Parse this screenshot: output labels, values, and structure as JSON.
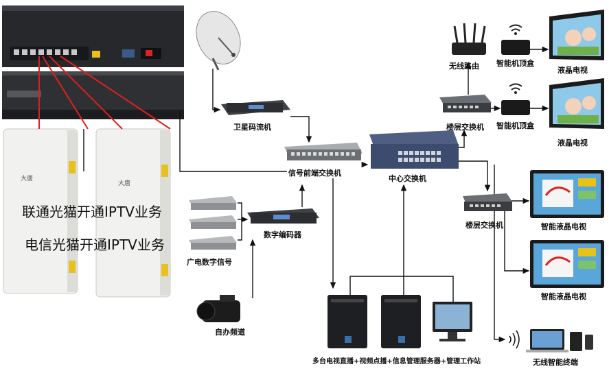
{
  "labels": {
    "satellite_streamer": "卫星码流机",
    "signal_frontend_switch": "信号前端交换机",
    "central_switch": "中心交换机",
    "floor_switch_top": "楼层交换机",
    "floor_switch_mid": "楼层交换机",
    "wireless_router": "无线路由",
    "smart_stb_1": "智能机顶盒",
    "smart_stb_2": "智能机顶盒",
    "lcd_tv_1": "液晶电视",
    "lcd_tv_2": "液晶电视",
    "smart_lcd_tv_1": "智能液晶电视",
    "smart_lcd_tv_2": "智能液晶电视",
    "digital_encoder": "数字编码器",
    "broadcast_digital_signal": "广电数字信号",
    "self_channel": "自办频道",
    "servers": "多台电视直播+视频点播+信息管理服务器+管理工作站",
    "wireless_terminals": "无线智能终端",
    "unicom_iptv": "联通光猫开通IPTV业务",
    "telecom_iptv": "电信光猫开通IPTV业务"
  },
  "colors": {
    "line": "#111111",
    "red_line": "#e0201a",
    "device_dark": "#2e3034",
    "device_blue": "#3c4c6e",
    "tv_screen": "#5aa6d8"
  }
}
